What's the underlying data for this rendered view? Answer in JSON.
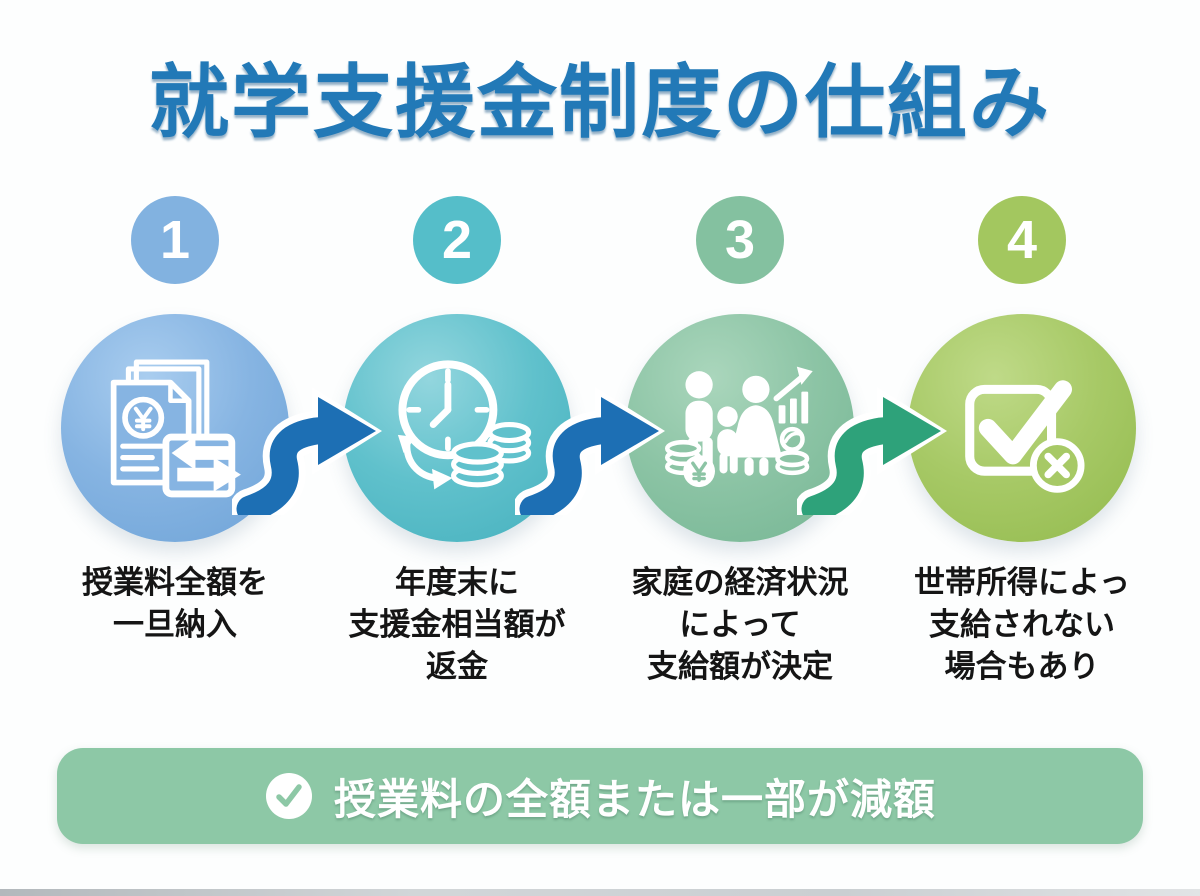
{
  "title": "就学支援金制度の仕組み",
  "steps": [
    {
      "number": "1",
      "icon": "document-yen-exchange-icon",
      "caption_lines": [
        "授業料全額を",
        "一旦納入"
      ],
      "circle_color": "#86b4e2",
      "badge_color": "#82b2e0"
    },
    {
      "number": "2",
      "icon": "clock-refund-coins-icon",
      "caption_lines": [
        "年度末に",
        "支援金相当額が",
        "返金"
      ],
      "circle_color": "#60c1cc",
      "badge_color": "#55bec9"
    },
    {
      "number": "3",
      "icon": "family-income-chart-icon",
      "caption_lines": [
        "家庭の経済状況",
        "によって",
        "支給額が決定"
      ],
      "circle_color": "#8cc4a5",
      "badge_color": "#84c1a0"
    },
    {
      "number": "4",
      "icon": "checkbox-cross-icon",
      "caption_lines": [
        "世帯所得によっ",
        "支給されない",
        "場合もあり"
      ],
      "circle_color": "#a7c966",
      "badge_color": "#a3c75f"
    }
  ],
  "connectors": [
    {
      "from": "1",
      "to": "2",
      "color": "#1d6fb4"
    },
    {
      "from": "2",
      "to": "3",
      "color": "#1d6fb4"
    },
    {
      "from": "3",
      "to": "4",
      "color": "#2ea27a"
    }
  ],
  "banner": {
    "icon": "check-circle-icon",
    "text": "授業料の全額または一部が減額",
    "color": "#8dc8a6"
  },
  "colors": {
    "title": "#2279b7",
    "caption_text": "#151515",
    "background": "#fdfefe"
  }
}
